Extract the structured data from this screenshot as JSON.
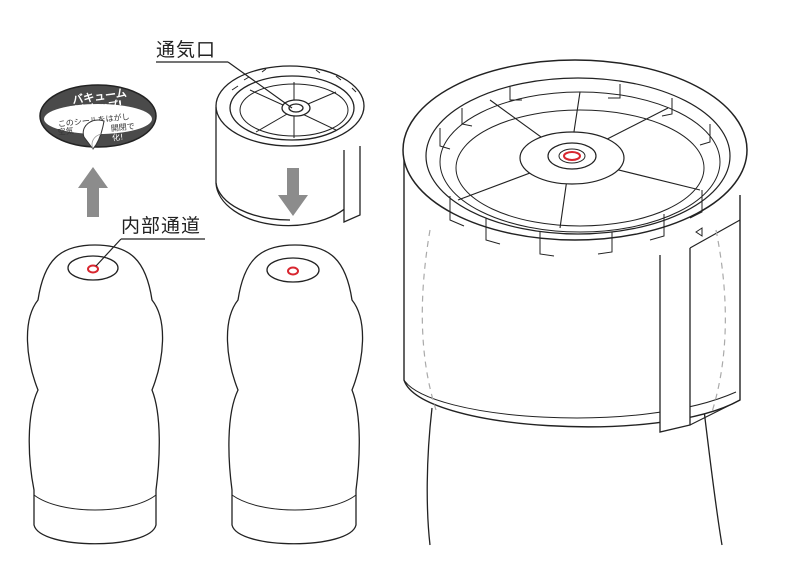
{
  "labels": {
    "vent": "通気口",
    "inner_channel": "内部通道"
  },
  "seal_sticker": {
    "line1": "バキューム",
    "line2": "対応カップ!",
    "line3": "このシールをはがし",
    "line4": "空気",
    "line4b": "開閉で",
    "line5": "化!"
  },
  "colors": {
    "outline": "#222222",
    "arrow": "#8c8c8c",
    "sticker": "#4a4a4a",
    "vent_hole": "#d8262f",
    "dashed": "#aaaaaa"
  },
  "icons": [
    "up-arrow-icon",
    "down-arrow-icon"
  ]
}
